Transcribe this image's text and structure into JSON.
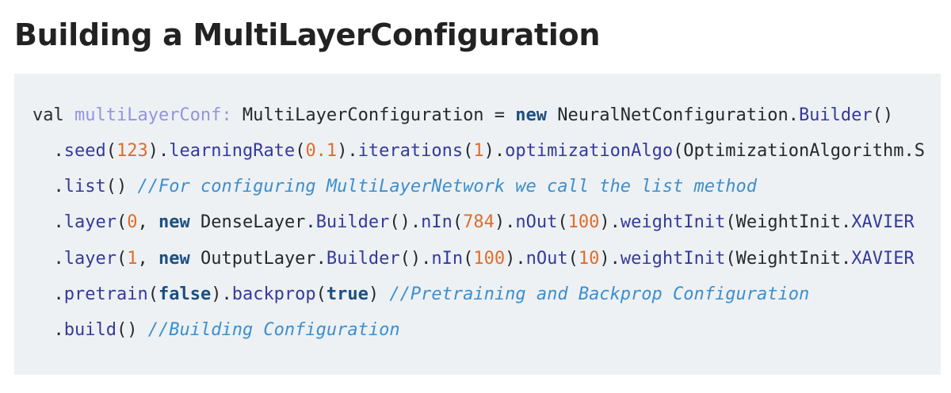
{
  "heading": "Building a MultiLayerConfiguration",
  "code": {
    "language": "scala",
    "lines": [
      [
        {
          "t": "val ",
          "k": "keyword"
        },
        {
          "t": "multiLayerConf:",
          "k": "param"
        },
        {
          "t": " MultiLayerConfiguration = ",
          "k": "plain"
        },
        {
          "t": "new",
          "k": "bold"
        },
        {
          "t": " NeuralNetConfiguration.",
          "k": "plain"
        },
        {
          "t": "Builder",
          "k": "method"
        },
        {
          "t": "()",
          "k": "plain"
        }
      ],
      [
        {
          "t": "  .",
          "k": "plain"
        },
        {
          "t": "seed",
          "k": "method"
        },
        {
          "t": "(",
          "k": "plain"
        },
        {
          "t": "123",
          "k": "number"
        },
        {
          "t": ").",
          "k": "plain"
        },
        {
          "t": "learningRate",
          "k": "method"
        },
        {
          "t": "(",
          "k": "plain"
        },
        {
          "t": "0.1",
          "k": "number"
        },
        {
          "t": ").",
          "k": "plain"
        },
        {
          "t": "iterations",
          "k": "method"
        },
        {
          "t": "(",
          "k": "plain"
        },
        {
          "t": "1",
          "k": "number"
        },
        {
          "t": ").",
          "k": "plain"
        },
        {
          "t": "optimizationAlgo",
          "k": "method"
        },
        {
          "t": "(OptimizationAlgorithm.S",
          "k": "plain"
        }
      ],
      [
        {
          "t": "  .",
          "k": "plain"
        },
        {
          "t": "list",
          "k": "method"
        },
        {
          "t": "() ",
          "k": "plain"
        },
        {
          "t": "//For configuring MultiLayerNetwork we call the list method",
          "k": "comment"
        }
      ],
      [
        {
          "t": "  .",
          "k": "plain"
        },
        {
          "t": "layer",
          "k": "method"
        },
        {
          "t": "(",
          "k": "plain"
        },
        {
          "t": "0",
          "k": "number"
        },
        {
          "t": ", ",
          "k": "plain"
        },
        {
          "t": "new",
          "k": "bold"
        },
        {
          "t": " DenseLayer.",
          "k": "plain"
        },
        {
          "t": "Builder",
          "k": "method"
        },
        {
          "t": "().",
          "k": "plain"
        },
        {
          "t": "nIn",
          "k": "method"
        },
        {
          "t": "(",
          "k": "plain"
        },
        {
          "t": "784",
          "k": "number"
        },
        {
          "t": ").",
          "k": "plain"
        },
        {
          "t": "nOut",
          "k": "method"
        },
        {
          "t": "(",
          "k": "plain"
        },
        {
          "t": "100",
          "k": "number"
        },
        {
          "t": ").",
          "k": "plain"
        },
        {
          "t": "weightInit",
          "k": "method"
        },
        {
          "t": "(WeightInit.",
          "k": "plain"
        },
        {
          "t": "XAVIER",
          "k": "method"
        }
      ],
      [
        {
          "t": "  .",
          "k": "plain"
        },
        {
          "t": "layer",
          "k": "method"
        },
        {
          "t": "(",
          "k": "plain"
        },
        {
          "t": "1",
          "k": "number"
        },
        {
          "t": ", ",
          "k": "plain"
        },
        {
          "t": "new",
          "k": "bold"
        },
        {
          "t": " OutputLayer.",
          "k": "plain"
        },
        {
          "t": "Builder",
          "k": "method"
        },
        {
          "t": "().",
          "k": "plain"
        },
        {
          "t": "nIn",
          "k": "method"
        },
        {
          "t": "(",
          "k": "plain"
        },
        {
          "t": "100",
          "k": "number"
        },
        {
          "t": ").",
          "k": "plain"
        },
        {
          "t": "nOut",
          "k": "method"
        },
        {
          "t": "(",
          "k": "plain"
        },
        {
          "t": "10",
          "k": "number"
        },
        {
          "t": ").",
          "k": "plain"
        },
        {
          "t": "weightInit",
          "k": "method"
        },
        {
          "t": "(WeightInit.",
          "k": "plain"
        },
        {
          "t": "XAVIER",
          "k": "method"
        }
      ],
      [
        {
          "t": "  .",
          "k": "plain"
        },
        {
          "t": "pretrain",
          "k": "method"
        },
        {
          "t": "(",
          "k": "plain"
        },
        {
          "t": "false",
          "k": "bold"
        },
        {
          "t": ").",
          "k": "plain"
        },
        {
          "t": "backprop",
          "k": "method"
        },
        {
          "t": "(",
          "k": "plain"
        },
        {
          "t": "true",
          "k": "bold"
        },
        {
          "t": ") ",
          "k": "plain"
        },
        {
          "t": "//Pretraining and Backprop Configuration",
          "k": "comment"
        }
      ],
      [
        {
          "t": "  .",
          "k": "plain"
        },
        {
          "t": "build",
          "k": "method"
        },
        {
          "t": "() ",
          "k": "plain"
        },
        {
          "t": "//Building Configuration",
          "k": "comment"
        }
      ]
    ]
  }
}
